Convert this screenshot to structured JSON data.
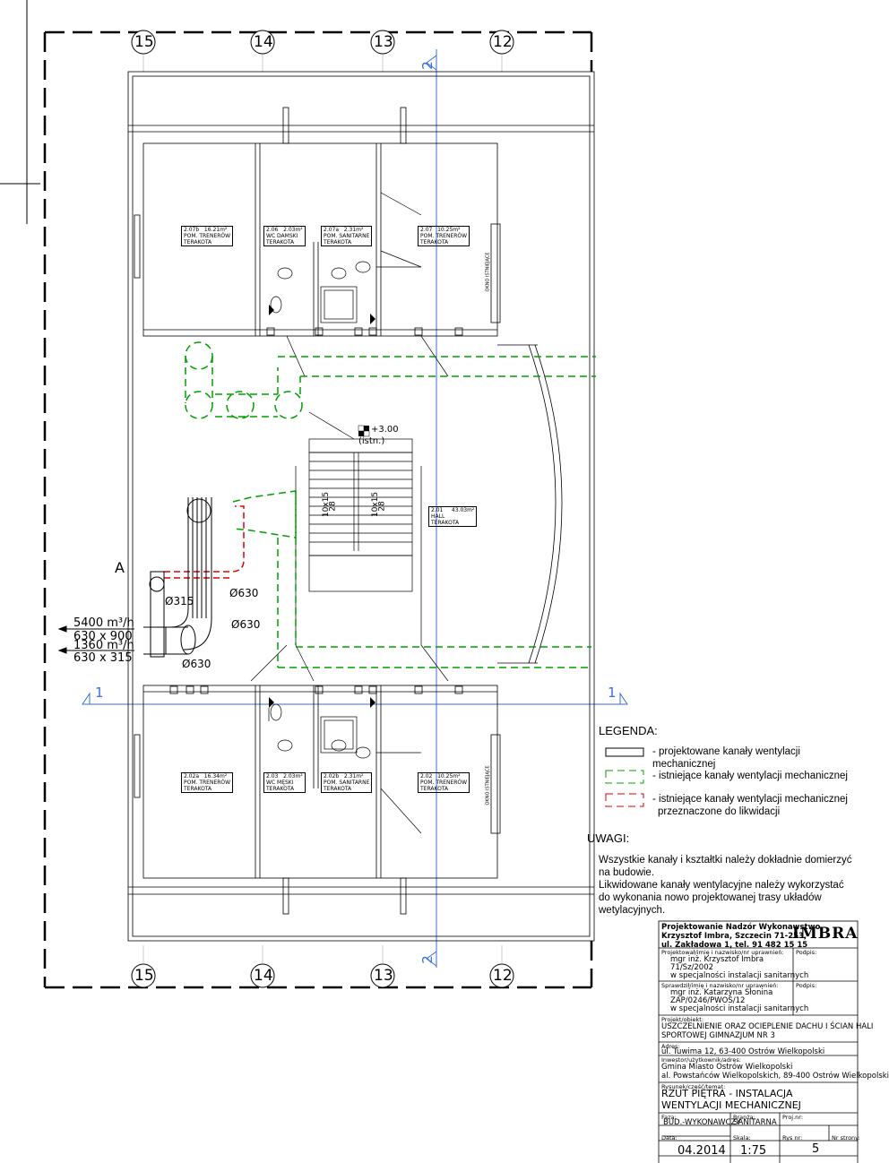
{
  "axes": {
    "top": [
      "15",
      "14",
      "13",
      "12"
    ],
    "bottom": [
      "15",
      "14",
      "13",
      "12"
    ],
    "vertical": "2",
    "horizontal": "1",
    "section_letter": "A"
  },
  "rooms_top": [
    {
      "no": "2.07b",
      "area": "16.21m²",
      "name": "POM. TRENERÓW",
      "floor": "TERAKOTA"
    },
    {
      "no": "2.06",
      "area": "2.03m²",
      "name": "WC DAMSKI",
      "floor": "TERAKOTA"
    },
    {
      "no": "2.07a",
      "area": "2.31m²",
      "name": "POM. SANITARNE",
      "floor": "TERAKOTA"
    },
    {
      "no": "2.07",
      "area": "10.25m²",
      "name": "POM. TRENERÓW",
      "floor": "TERAKOTA"
    }
  ],
  "rooms_bottom": [
    {
      "no": "2.02a",
      "area": "16.34m²",
      "name": "POM. TRENERÓW",
      "floor": "TERAKOTA"
    },
    {
      "no": "2.03",
      "area": "2.03m²",
      "name": "WC MĘSKI",
      "floor": "TERAKOTA"
    },
    {
      "no": "2.02b",
      "area": "2.31m²",
      "name": "POM. SANITARNE",
      "floor": "TERAKOTA"
    },
    {
      "no": "2.02",
      "area": "10.25m²",
      "name": "POM. TRENERÓW",
      "floor": "TERAKOTA"
    }
  ],
  "hall": {
    "no": "2.01",
    "area": "43.03m²",
    "name": "HALL",
    "floor": "TERAKOTA"
  },
  "window_label": "OKNO ISTNIEJĄCE",
  "level": {
    "value": "+3.00",
    "note": "(istn.)"
  },
  "stairs": [
    "10x15",
    "28",
    "10x15",
    "28"
  ],
  "ducts": {
    "d315": "Ø315",
    "d630_a": "Ø630",
    "d630_b": "Ø630",
    "d630_c": "Ø630"
  },
  "flows": [
    "5400 m³/h",
    "630 x 900",
    "1360 m³/h",
    "630 x 315"
  ],
  "legend": {
    "title": "LEGENDA:",
    "items": [
      {
        "text": "- projektowane kanały wentylacji mechanicznej"
      },
      {
        "text": "- istniejące kanały wentylacji mechanicznej"
      },
      {
        "text": "- istniejące kanały wentylacji mechanicznej",
        "text2": "przeznaczone do likwidacji"
      }
    ]
  },
  "notes": {
    "title": "UWAGI:",
    "line1": "Wszystkie kanały i kształtki należy dokładnie domierzyć",
    "line2": "na budowie.",
    "line3": "Likwidowane kanały wentylacyjne należy wykorzystać",
    "line4": "do wykonania nowo projektowanej trasy układów wetylacyjnych."
  },
  "titleblock": {
    "company1": "Projektowanie Nadzór Wykonawstwo",
    "company2": "Krzysztof Imbra, Szczecin 71-253,",
    "company3": "ul. Zakładowa 1, tel. 91 482 15 15",
    "logo": "IMBRA",
    "designed_label": "Projektował/imię i nazwisko/nr uprawnień:",
    "sign_label": "Podpis:",
    "designer1": "mgr inż. Krzysztof Imbra",
    "designer2": "71/Sz/2002",
    "designer3": "w specjalności instalacji sanitarnych",
    "checked_label": "Sprawdził/imię i nazwisko/nr uprawnień:",
    "sign_label2": "Podpis:",
    "checker1": "mgr inż. Katarzyna Słonina",
    "checker2": "ZAP/0246/PWOS/12",
    "checker3": "w specjalności instalacji sanitarnych",
    "project_label": "Projekt/obiekt:",
    "project1": "USZCZELNIENIE ORAZ OCIEPLENIE DACHU I ŚCIAN HALI",
    "project2": "SPORTOWEJ GIMNAZJUM NR 3",
    "address_label": "Adres:",
    "address": "ul. Tuwima 12, 63-400 Ostrów Wielkopolski",
    "investor_label": "Inwestor/użytkownik/adres:",
    "investor1": "Gmina Miasto Ostrów Wielkopolski",
    "investor2": "al. Powstańców Wielkopolskich, 89-400 Ostrów Wielkopolski",
    "drawing_label": "Rysunek/część/temat:",
    "drawing1": "RZUT PIĘTRA - INSTALACJA",
    "drawing2": "WENTYLACJI MECHANICZNEJ",
    "phase_label": "Faza:",
    "phase": "BUD.-WYKONAWCZY",
    "branch_label": "Branża:",
    "branch": "SANITARNA",
    "projno_label": "Proj.nr:",
    "date_label": "Data:",
    "date": "04.2014",
    "scale_label": "Skala:",
    "scale": "1:75",
    "drawno_label": "Rys nr:",
    "pageno_label": "Nr strony:",
    "drawno": "5"
  },
  "colors": {
    "designed": "#000000",
    "existing": "#00a000",
    "removed": "#e00000",
    "axis": "#3a6ed8"
  }
}
